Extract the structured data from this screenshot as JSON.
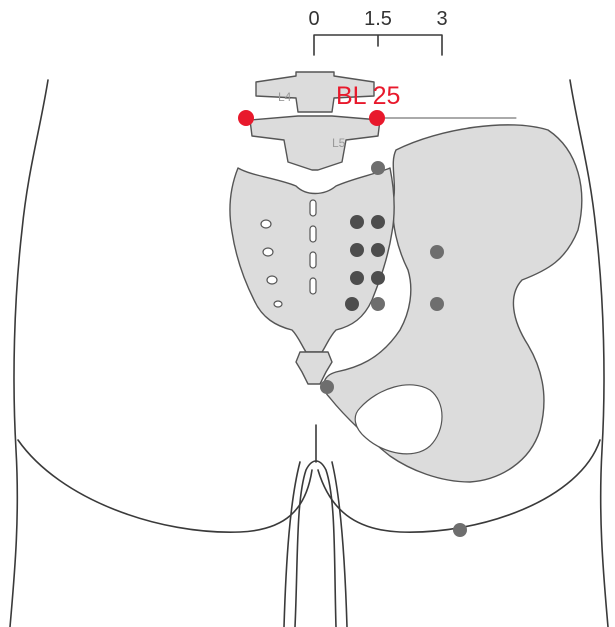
{
  "scale": {
    "ticks": [
      "0",
      "1.5",
      "3"
    ]
  },
  "vertebrae": {
    "upper": "L4",
    "lower": "L5"
  },
  "acupoint": {
    "label": "BL 25",
    "color": "#e8192c"
  },
  "colors": {
    "other_point": "#6e6e6e",
    "sacral_point": "#4d4d4d",
    "bone_fill": "#dcdcdc",
    "outline": "#3a3a3a"
  }
}
